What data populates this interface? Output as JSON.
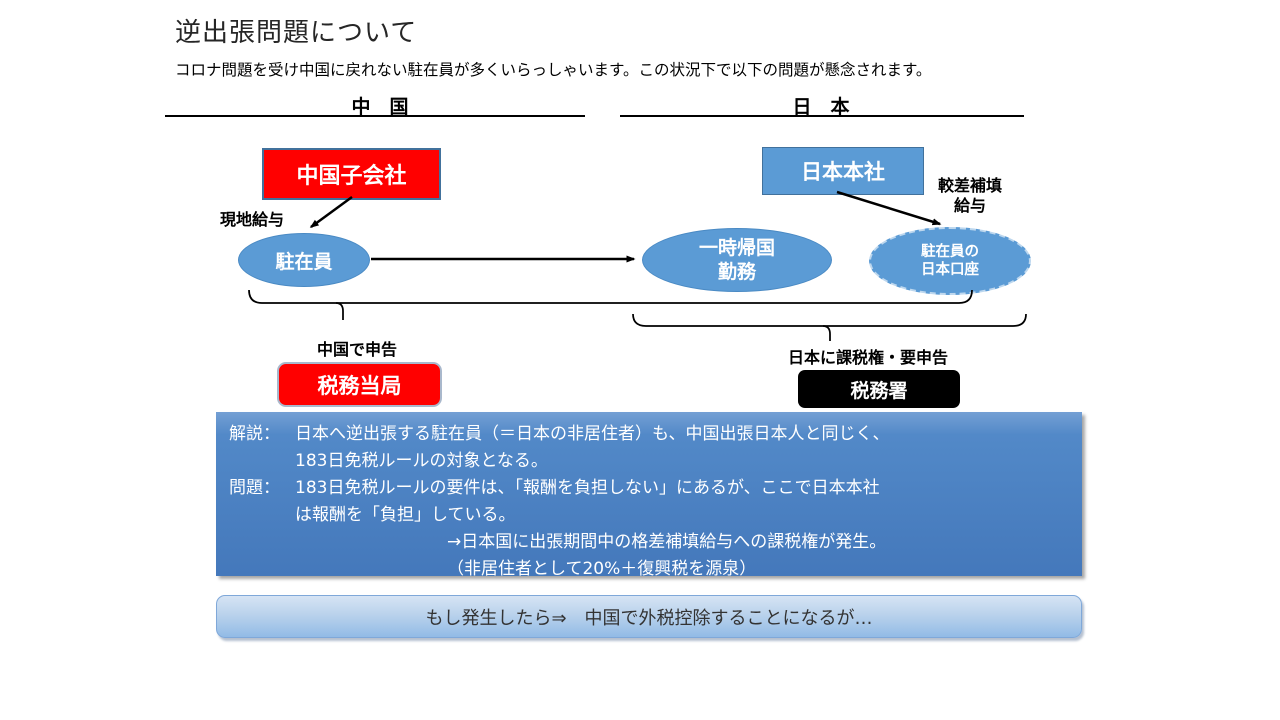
{
  "slide": {
    "title": "逆出張問題について",
    "subtitle": "コロナ問題を受け中国に戻れない駐在員が多くいらっしゃいます。この状況下で以下の問題が懸念されます。",
    "sections": {
      "china": "中　国",
      "japan": "日　本"
    },
    "nodes": {
      "china_subsidiary": "中国子会社",
      "japan_hq": "日本本社",
      "expatriate": "駐在員",
      "temp_return_line1": "一時帰国",
      "temp_return_line2": "勤務",
      "japan_account_line1": "駐在員の",
      "japan_account_line2": "日本口座"
    },
    "labels": {
      "local_salary": "現地給与",
      "gap_salary_line1": "較差補填",
      "gap_salary_line2": "給与",
      "china_filing": "中国で申告",
      "japan_taxright": "日本に課税権・要申告",
      "china_tax_authority": "税務当局",
      "japan_tax_office": "税務署"
    },
    "explanation": {
      "rows": [
        {
          "label": "解説：",
          "text": "日本へ逆出張する駐在員（＝日本の非居住者）も、中国出張日本人と同じく、"
        },
        {
          "label": "",
          "text": "183日免税ルールの対象となる。"
        },
        {
          "label": "問題：",
          "text": "183日免税ルールの要件は、「報酬を負担しない」にあるが、ここで日本本社"
        },
        {
          "label": "",
          "text": "は報酬を「負担」している。"
        },
        {
          "label": "",
          "text": "→日本国に出張期間中の格差補填給与への課税権が発生。"
        },
        {
          "label": "",
          "text": "（非居住者として20%＋復興税を源泉）"
        }
      ]
    },
    "conclusion": "もし発生したら⇒　中国で外税控除することになるが…",
    "colors": {
      "shape_blue": "#5B9BD5",
      "shape_border_blue": "#41719C",
      "alert_red": "#FF0000",
      "tax_office_black": "#000000",
      "panel_gradient_top": "#74A0D4",
      "panel_gradient_bottom": "#4478BB",
      "conclusion_gradient_top": "#D6E4F4",
      "conclusion_gradient_bottom": "#92BBE6"
    }
  }
}
